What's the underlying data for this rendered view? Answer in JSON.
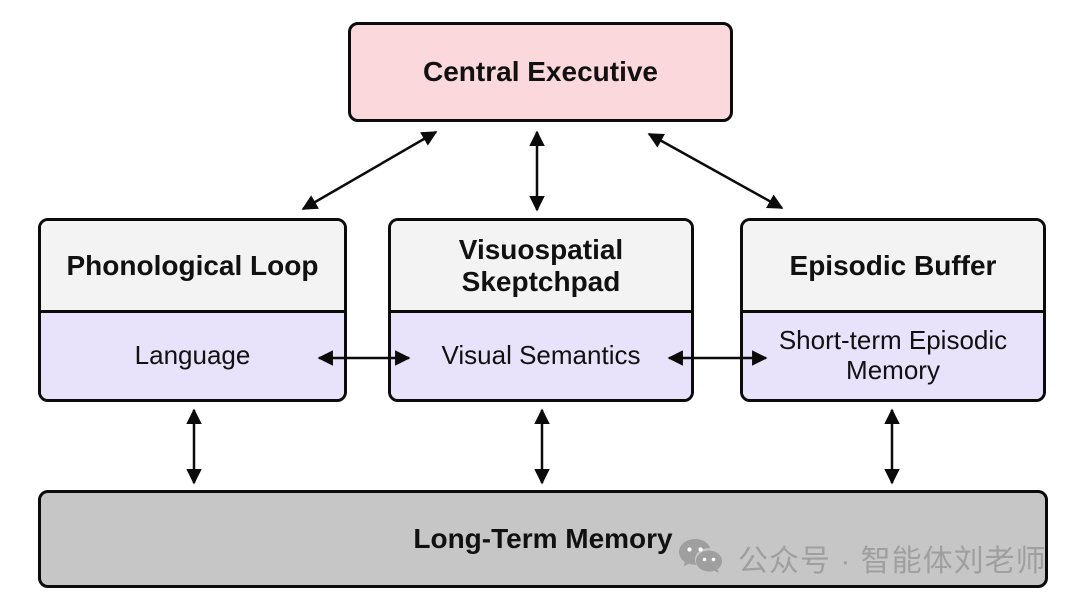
{
  "diagram": {
    "central_executive": {
      "label": "Central Executive"
    },
    "components": [
      {
        "title": "Phonological Loop",
        "sublabel": "Language"
      },
      {
        "title": "Visuospatial Skeptchpad",
        "sublabel": "Visual Semantics"
      },
      {
        "title": "Episodic Buffer",
        "sublabel": "Short-term Episodic Memory"
      }
    ],
    "long_term_memory": {
      "label": "Long-Term Memory"
    },
    "colors": {
      "central_executive_bg": "#fbd8db",
      "component_header_bg": "#f4f3f4",
      "component_section_bg": "#e8e2fa",
      "long_term_memory_bg": "#c7c6c7",
      "border": "#0b0b0b",
      "arrow": "#0b0b0b",
      "watermark": "#9f9f9f"
    }
  },
  "watermark": {
    "text": "公众号 · 智能体刘老师",
    "icon": "wechat-icon"
  }
}
